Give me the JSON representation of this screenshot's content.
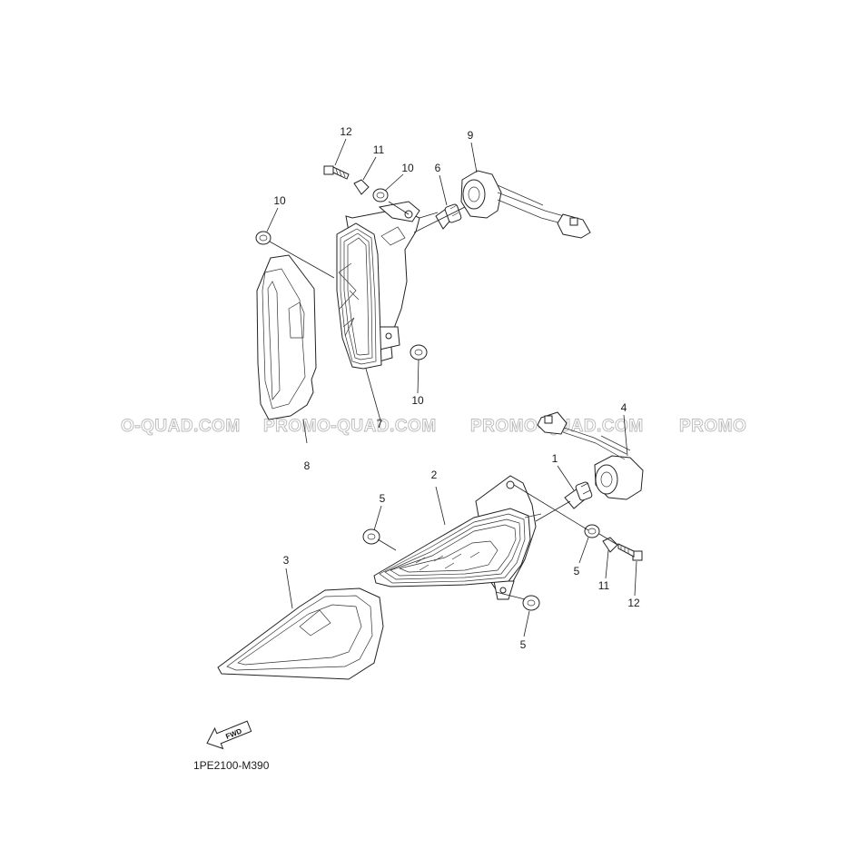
{
  "diagram_code": "1PE2100-M390",
  "fwd_label": "FWD",
  "watermarks": [
    "O-QUAD.COM",
    "PROMO-QUAD.COM",
    "PROMO-QUAD.COM",
    "PROMO"
  ],
  "callouts": {
    "c12_top": "12",
    "c11_top": "11",
    "c10_top": "10",
    "c6": "6",
    "c9": "9",
    "c10_left": "10",
    "c10_mid": "10",
    "c7": "7",
    "c8": "8",
    "c4": "4",
    "c1": "1",
    "c2": "2",
    "c5_left": "5",
    "c3": "3",
    "c5_right": "5",
    "c11_bottom": "11",
    "c12_bottom": "12",
    "c5_bottom": "5"
  }
}
